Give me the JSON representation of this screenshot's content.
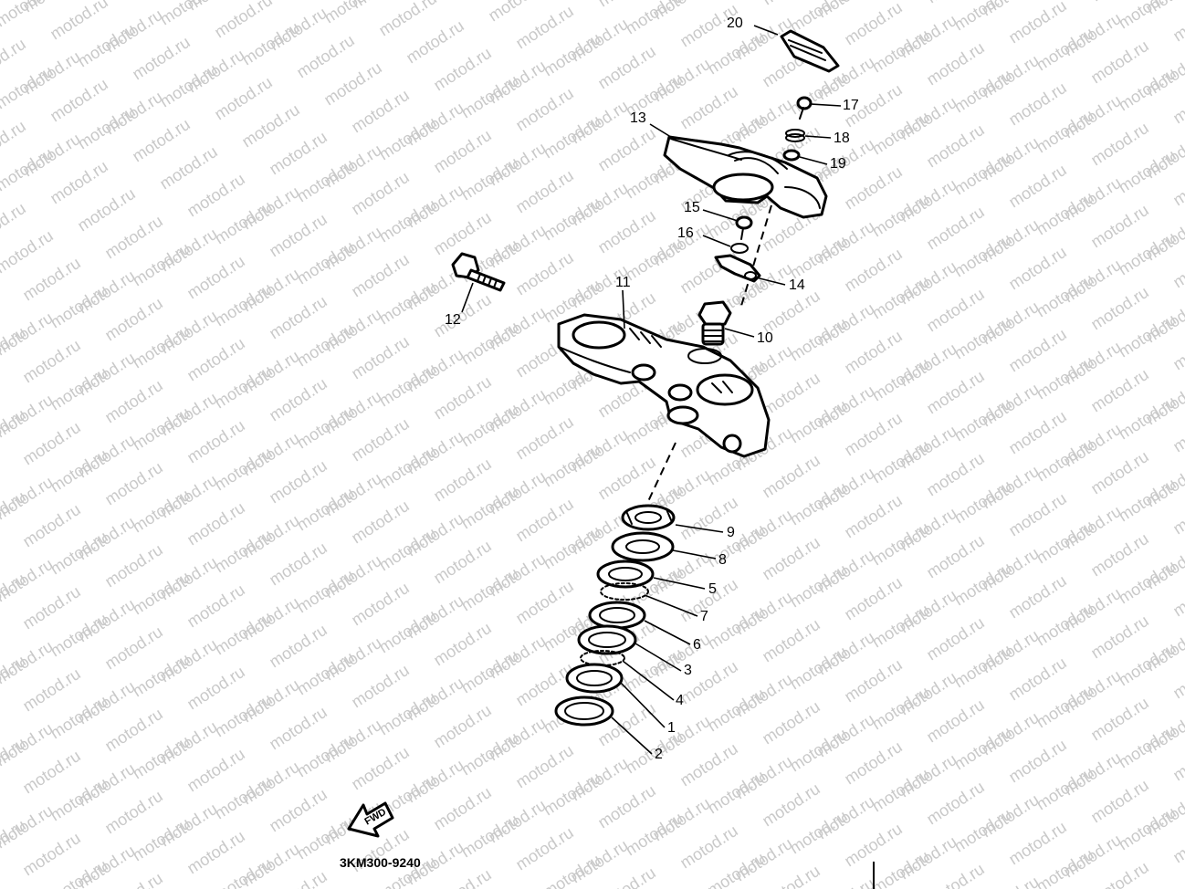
{
  "watermark": {
    "text": "motod.ru"
  },
  "diagram": {
    "drawing_code": "3KM300-9240",
    "front_marker": {
      "text": "FWD"
    },
    "part_numbers": [
      "1",
      "2",
      "3",
      "4",
      "5",
      "6",
      "7",
      "8",
      "9",
      "10",
      "11",
      "12",
      "13",
      "14",
      "15",
      "16",
      "17",
      "18",
      "19",
      "20"
    ]
  },
  "colors": {
    "ink": "#000000",
    "watermark": "#c9c9c9",
    "background": "#ffffff"
  }
}
